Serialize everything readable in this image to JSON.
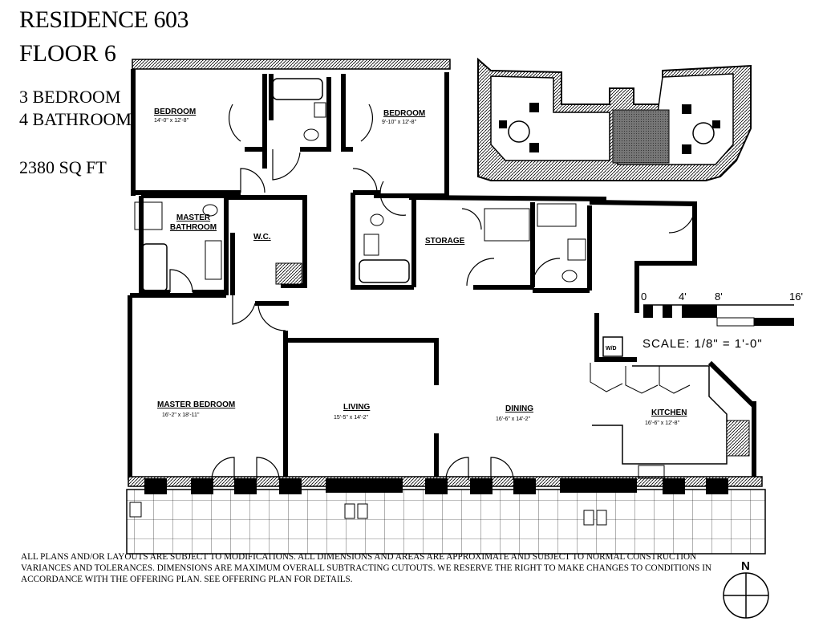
{
  "header": {
    "title": "RESIDENCE 603",
    "floor": "FLOOR 6",
    "bedrooms": "3 BEDROOM",
    "bathrooms": "4 BATHROOM",
    "area": "2380 SQ FT"
  },
  "rooms": [
    {
      "name": "BEDROOM",
      "dims": "14'-0\" x 12'-8\""
    },
    {
      "name": "BEDROOM",
      "dims": "9'-10\" x 12'-8\""
    },
    {
      "name": "MASTER BATHROOM",
      "dims": ""
    },
    {
      "name": "W.C.",
      "dims": ""
    },
    {
      "name": "STORAGE",
      "dims": ""
    },
    {
      "name": "MASTER BEDROOM",
      "dims": "16'-2\" x 18'-11\""
    },
    {
      "name": "LIVING",
      "dims": "15'-5\" x 14'-2\""
    },
    {
      "name": "DINING",
      "dims": "16'-6\" x 14'-2\""
    },
    {
      "name": "KITCHEN",
      "dims": "16'-6\" x 12'-8\""
    }
  ],
  "laundry_label": "W/D",
  "scale": {
    "ticks": [
      "0",
      "4'",
      "8'",
      "16'"
    ],
    "label": "SCALE: 1/8\" = 1'-0\""
  },
  "compass": "N",
  "disclaimer": "All plans and/or layouts are subject to modifications. All dimensions and areas are approximate and subject to normal construction variances and tolerances. Dimensions are maximum overall subtracting cutouts. We reserve the right to make changes to conditions in accordance with the offering plan. See offering plan for details."
}
